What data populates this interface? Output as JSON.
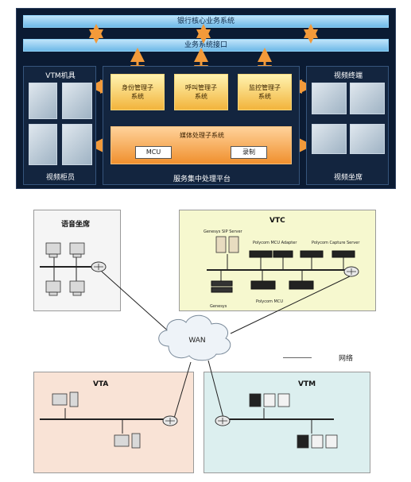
{
  "architecture": {
    "core_bar": "银行核心业务系统",
    "interface_bar": "业务系统接口",
    "vtm_machine": "VTM机具",
    "video_teller": "视频柜员",
    "identity_subsystem": "身份管理子系统",
    "call_subsystem": "呼叫管理子系统",
    "monitor_subsystem": "监控管理子系统",
    "media_subsystem": "媒体处理子系统",
    "mcu": "MCU",
    "recording": "录制",
    "service_platform": "服务集中处理平台",
    "video_terminal": "视频终端",
    "video_agent": "视频坐席"
  },
  "network": {
    "voice_agent_zone": "语音坐席",
    "vtc_zone": "VTC",
    "wan": "WAN",
    "legend_label": "网络",
    "vta_zone": "VTA",
    "vtm_zone": "VTM",
    "vtc_devices": {
      "genesys_sip": "Genesys SIP Server",
      "polycom_mcu_adapter": "Polycom MCU Adapter",
      "polycom_capture": "Polycom Capture Server",
      "genesys": "Genesys",
      "polycom_mcu": "Polycom MCU"
    }
  },
  "colors": {
    "arch_background": "#0b1b33",
    "voice_agent_fill": "#f5f5f5",
    "vtc_fill": "#f6f8cf",
    "vta_fill": "#f9e3d6",
    "vtm_fill": "#dcefef"
  }
}
